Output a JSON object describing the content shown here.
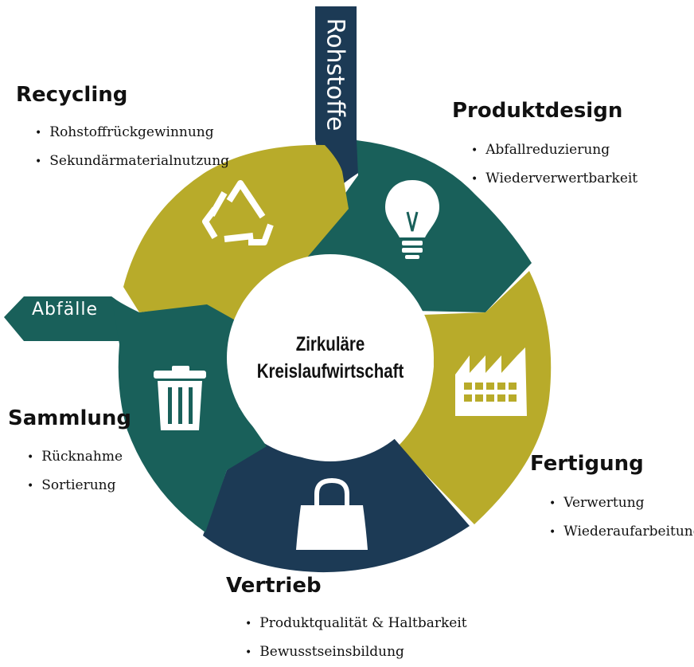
{
  "center": {
    "line1": "Zirkuläre",
    "line2": "Kreislaufwirtschaft"
  },
  "inflow_label": "Rohstoffe",
  "outflow_label": "Abfälle",
  "colors": {
    "teal": "#19605a",
    "olive": "#b8ab2a",
    "navy": "#1c3a55",
    "white": "#ffffff"
  },
  "stages": [
    {
      "key": "produktdesign",
      "title": "Produktdesign",
      "icon": "lightbulb-icon",
      "color": "#19605a",
      "items": [
        "Abfallreduzierung",
        "Wiederverwertbarkeit"
      ]
    },
    {
      "key": "fertigung",
      "title": "Fertigung",
      "icon": "factory-icon",
      "color": "#b8ab2a",
      "items": [
        "Verwertung",
        "Wiederaufarbeitung"
      ]
    },
    {
      "key": "vertrieb",
      "title": "Vertrieb",
      "icon": "shopping-bag-icon",
      "color": "#1c3a55",
      "items": [
        "Produktqualität & Haltbarkeit",
        "Bewusstseinsbildung"
      ]
    },
    {
      "key": "sammlung",
      "title": "Sammlung",
      "icon": "trash-bin-icon",
      "color": "#19605a",
      "items": [
        "Rücknahme",
        "Sortierung"
      ]
    },
    {
      "key": "recycling",
      "title": "Recycling",
      "icon": "recycle-icon",
      "color": "#b8ab2a",
      "items": [
        "Rohstoffrückgewinnung",
        "Sekundärmaterialnutzung"
      ]
    }
  ]
}
